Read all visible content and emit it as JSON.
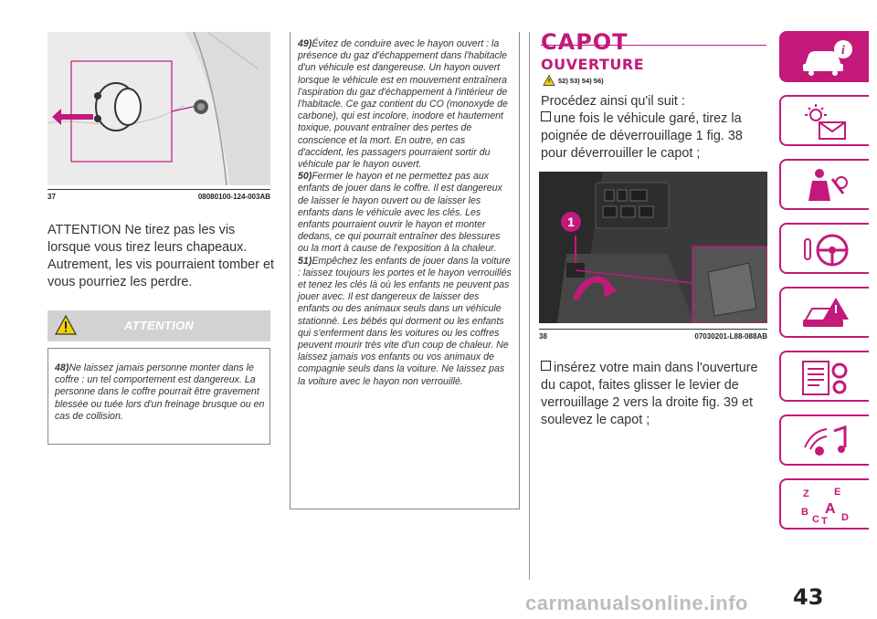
{
  "col1": {
    "fig_num": "37",
    "fig_code": "08080100-124-003AB",
    "paragraph": "ATTENTION Ne tirez pas les vis lorsque vous tirez leurs chapeaux. Autrement, les vis pourraient tomber et vous pourriez les perdre.",
    "warning_title": "ATTENTION",
    "w48_num": "48)",
    "w48_text": "Ne laissez jamais personne monter dans le coffre : un tel comportement est dangereux. La personne dans le coffre pourrait être gravement blessée ou tuée lors d'un freinage brusque ou en cas de collision."
  },
  "col2": {
    "w49_num": "49)",
    "w49_text": "Évitez de conduire avec le hayon ouvert : la présence du gaz d'échappement dans l'habitacle d'un véhicule est dangereuse. Un hayon ouvert lorsque le véhicule est en mouvement entraînera l'aspiration du gaz d'échappement à l'intérieur de l'habitacle. Ce gaz contient du CO (monoxyde de carbone), qui est incolore, inodore et hautement toxique, pouvant entraîner des pertes de conscience et la mort. En outre, en cas d'accident, les passagers pourraient sortir du véhicule par le hayon ouvert.",
    "w50_num": "50)",
    "w50_text": "Fermer le hayon et ne permettez pas aux enfants de jouer dans le coffre. Il est dangereux de laisser le hayon ouvert ou de laisser les enfants dans le véhicule avec les clés. Les enfants pourraient ouvrir le hayon et monter dedans, ce qui pourrait entraîner des blessures ou la mort à cause de l'exposition à la chaleur.",
    "w51_num": "51)",
    "w51_text": "Empêchez les enfants de jouer dans la voiture : laissez toujours les portes et le hayon verrouillés et tenez les clés là où les enfants ne peuvent pas jouer avec. Il est dangereux de laisser des enfants ou des animaux seuls dans un véhicule stationné. Les bébés qui dorment ou les enfants qui s'enferment dans les voitures ou les coffres peuvent mourir très vite d'un coup de chaleur. Ne laissez jamais vos enfants ou vos animaux de compagnie seuls dans la voiture. Ne laissez pas la voiture avec le hayon non verrouillé."
  },
  "col3": {
    "heading": "CAPOT",
    "subheading": "OUVERTURE",
    "refs": "52) 53) 54) 56)",
    "intro": "Procédez ainsi qu'il suit :",
    "step1": "une fois le véhicule garé, tirez la poignée de déverrouillage 1 fig. 38 pour déverrouiller le capot ;",
    "fig_num": "38",
    "fig_code": "07030201-L88-088AB",
    "fig_callout": "1",
    "step2": "insérez votre main dans l'ouverture du capot, faites glisser le levier de verrouillage 2 vers la droite fig. 39 et soulevez le capot ;"
  },
  "sidebar": {
    "tabs": [
      "car-info",
      "dashboard-lights",
      "safety",
      "starting-driving",
      "emergency",
      "maintenance",
      "multimedia",
      "index"
    ],
    "index_letters": [
      "Z",
      "E",
      "B",
      "A",
      "C",
      "T",
      "D"
    ],
    "active_color": "#c2197a"
  },
  "page_number": "43",
  "watermark": "carmanualsonline.info"
}
